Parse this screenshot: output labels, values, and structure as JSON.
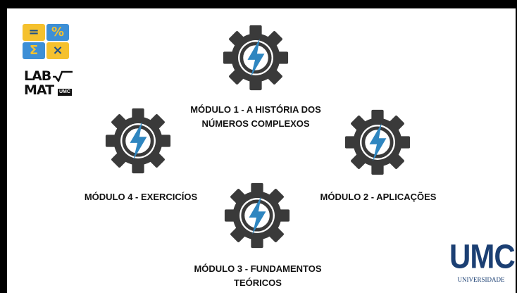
{
  "logo": {
    "tiles": [
      "=",
      "%",
      "Σ",
      "×"
    ],
    "lab_text": "LAB",
    "mat_text": "MAT",
    "umc_badge": "UMC"
  },
  "modules": [
    {
      "label_line1": "MÓDULO 1 - A HISTÓRIA DOS",
      "label_line2": "NÚMEROS COMPLEXOS",
      "icon": "gear-lightning-icon"
    },
    {
      "label_line1": "MÓDULO 2 - APLICAÇÕES",
      "label_line2": "",
      "icon": "gear-lightning-icon"
    },
    {
      "label_line1": "MÓDULO 3 - FUNDAMENTOS",
      "label_line2": "TEÓRICOS",
      "icon": "gear-lightning-icon"
    },
    {
      "label_line1": "MÓDULO 4 - EXERCICÍOS",
      "label_line2": "",
      "icon": "gear-lightning-icon"
    }
  ],
  "university": {
    "name": "UMC",
    "subtitle": "UNIVERSIDADE"
  },
  "colors": {
    "gear": "#3a3a3a",
    "bolt": "#2f86c0",
    "tile_yellow": "#f5c12e",
    "tile_blue": "#3d8fd6",
    "university_blue": "#1b3f73"
  }
}
